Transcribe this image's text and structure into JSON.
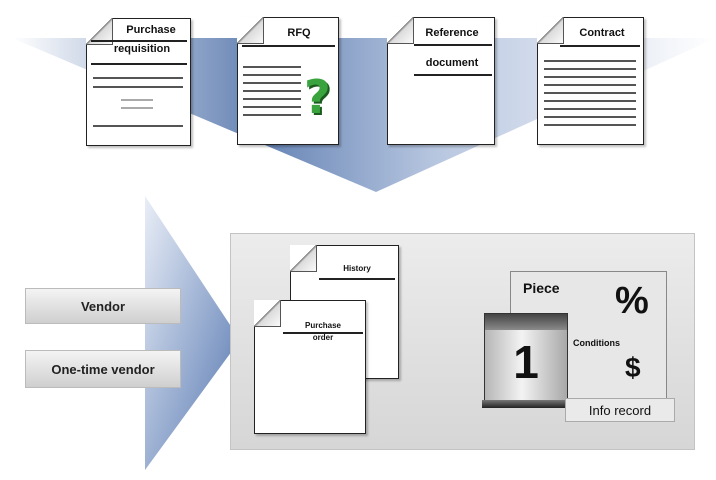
{
  "source_documents": [
    {
      "title_line1": "Purchase",
      "title_line2": "requisition"
    },
    {
      "title_line1": "RFQ",
      "symbol": "?"
    },
    {
      "title_line1": "Reference",
      "title_line2": "document"
    },
    {
      "title_line1": "Contract"
    }
  ],
  "vendor_options": [
    {
      "label": "Vendor"
    },
    {
      "label": "One-time vendor"
    }
  ],
  "output_documents": {
    "history": "History",
    "purchase_order_line1": "Purchase",
    "purchase_order_line2": "order"
  },
  "info_record": {
    "piece": "Piece",
    "percent_symbol": "%",
    "conditions": "Conditions",
    "dollar_symbol": "$",
    "calendar_number": "1",
    "label": "Info record"
  },
  "colors": {
    "arrow_dark": "#4d6ea3",
    "arrow_mid": "#8fa7cc",
    "arrow_light": "#dfe7f3",
    "panel_grey": "#e2e2e2",
    "question_green": "#39a43e"
  }
}
